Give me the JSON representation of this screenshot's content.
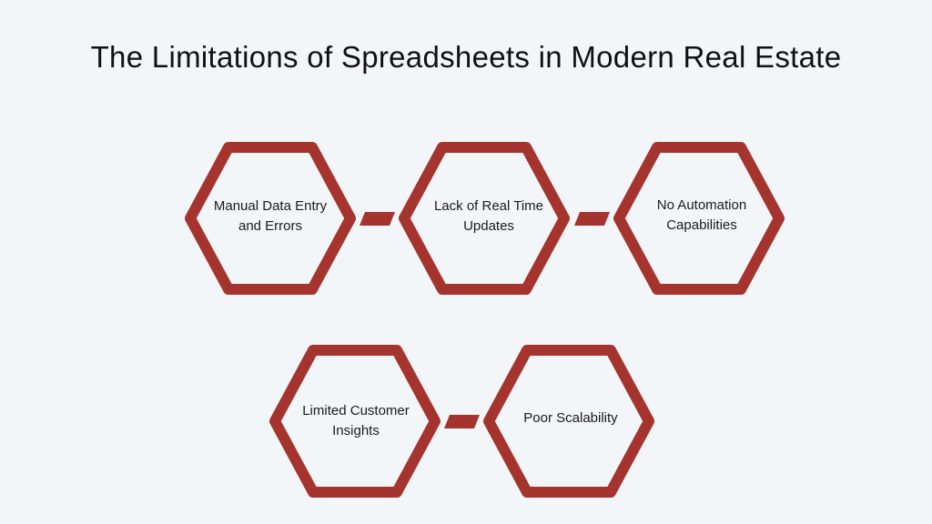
{
  "title": "The Limitations of Spreadsheets in Modern Real Estate",
  "accent_color": "#a5342f",
  "nodes": [
    {
      "label": "Manual Data Entry and Errors"
    },
    {
      "label": "Lack of Real Time Updates"
    },
    {
      "label": "No Automation Capabilities"
    },
    {
      "label": "Limited Customer Insights"
    },
    {
      "label": "Poor Scalability"
    }
  ]
}
